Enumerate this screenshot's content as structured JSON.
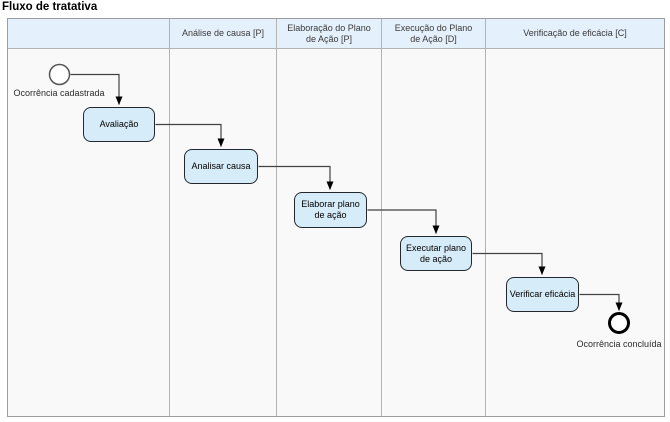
{
  "title": "Fluxo de tratativa",
  "pool": {
    "lanes": [
      {
        "label": ""
      },
      {
        "label": "Análise de causa [P]"
      },
      {
        "label": "Elaboração do Plano de Ação [P]"
      },
      {
        "label": "Execução do Plano de Ação [D]"
      },
      {
        "label": "Verificação de eficácia [C]"
      }
    ]
  },
  "nodes": {
    "start_event": {
      "type": "start-event",
      "label": "Ocorrência cadastrada"
    },
    "task_avaliacao": {
      "type": "task",
      "label": "Avaliação",
      "lane": 1
    },
    "task_analisar_causa": {
      "type": "task",
      "label": "Analisar causa",
      "lane": 2
    },
    "task_elaborar_plano": {
      "type": "task",
      "label": "Elaborar plano de ação",
      "lane": 3
    },
    "task_executar_plano": {
      "type": "task",
      "label": "Executar plano de ação",
      "lane": 4
    },
    "task_verificar_eficacia": {
      "type": "task",
      "label": "Verificar eficácia",
      "lane": 5
    },
    "end_event": {
      "type": "end-event",
      "label": "Ocorrência concluída",
      "lane": 5
    }
  },
  "edges": [
    {
      "from": "start_event",
      "to": "task_avaliacao"
    },
    {
      "from": "task_avaliacao",
      "to": "task_analisar_causa"
    },
    {
      "from": "task_analisar_causa",
      "to": "task_elaborar_plano"
    },
    {
      "from": "task_elaborar_plano",
      "to": "task_executar_plano"
    },
    {
      "from": "task_executar_plano",
      "to": "task_verificar_eficacia"
    },
    {
      "from": "task_verificar_eficacia",
      "to": "end_event"
    }
  ],
  "colors": {
    "lane_header_fill": "#e4f0fb",
    "lane_body_fill": "#f9f9f9",
    "lane_border": "#b3b3b3",
    "pool_border": "#9e9e9e",
    "task_fill": "#d7ecf9",
    "task_border": "#23282e",
    "connector": "#424242",
    "arrowhead": "#000000",
    "event_stroke": "#545454",
    "end_event_stroke": "#000000"
  }
}
